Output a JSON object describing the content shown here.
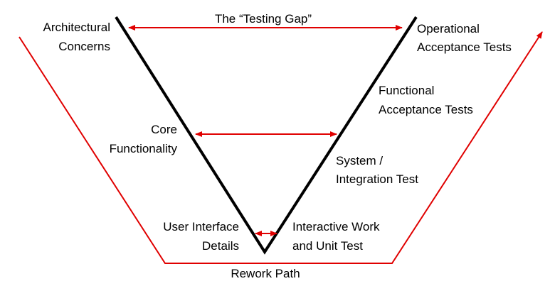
{
  "title": "The “Testing Gap”",
  "left_labels": {
    "architectural": [
      "Architectural",
      "Concerns"
    ],
    "core": [
      "Core",
      "Functionality"
    ],
    "ui": [
      "User Interface",
      "Details"
    ]
  },
  "right_labels": {
    "operational": [
      "Operational",
      "Acceptance Tests"
    ],
    "functional": [
      "Functional",
      "Acceptance Tests"
    ],
    "system": [
      "System /",
      "Integration Test"
    ],
    "interactive": [
      "Interactive Work",
      "and Unit Test"
    ]
  },
  "rework_label": "Rework Path",
  "colors": {
    "v_line": "#000000",
    "arrow": "#e00000",
    "text": "#000000"
  }
}
